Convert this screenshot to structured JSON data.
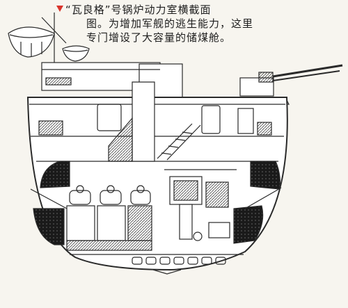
{
  "caption": {
    "marker_color": "#d9342b",
    "lines": [
      "“瓦良格”号锅炉动力室横截面",
      "图。为增加军舰的逃生能力，这里",
      "专门增设了大容量的储煤舱。"
    ]
  },
  "colors": {
    "line": "#2a2a2a",
    "paper": "#f7f5ef",
    "light_fill": "#ffffff",
    "shade": "#c9c9c9",
    "dark": "#1a1a1a"
  }
}
